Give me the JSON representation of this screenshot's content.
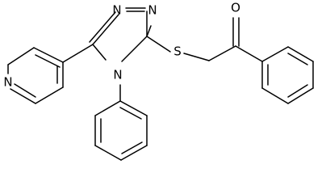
{
  "molecule": {
    "atoms": {
      "n_triazole_1": "N",
      "n_triazole_2": "N",
      "n_triazole_4": "N",
      "s_thioether": "S",
      "o_carbonyl": "O",
      "n_pyridine": "N"
    }
  }
}
